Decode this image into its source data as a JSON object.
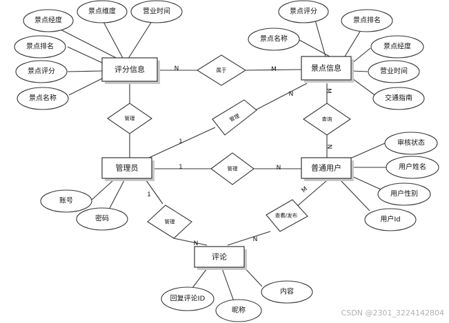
{
  "entities": {
    "rating": "评分信息",
    "spot": "景点信息",
    "admin": "管理员",
    "user": "普通用户",
    "comment": "评论"
  },
  "attributes": {
    "rating_longitude": "景点经度",
    "rating_latitude": "景点维度",
    "rating_hours": "营业时间",
    "rating_rank": "景点排名",
    "rating_score": "景点评分",
    "rating_name": "景点名称",
    "spot_score": "景点评分",
    "spot_rank": "景点排名",
    "spot_name": "景点名称",
    "spot_longitude": "景点经度",
    "spot_hours": "营业时间",
    "spot_traffic": "交通指南",
    "admin_account": "账号",
    "admin_password": "密码",
    "user_status": "审核状态",
    "user_name": "用户姓名",
    "user_gender": "用户性别",
    "user_id": "用户Id",
    "comment_reply_id": "回复评论ID",
    "comment_nickname": "昵称",
    "comment_content": "内容"
  },
  "relationships": {
    "belongs": "属于",
    "manage_rating": "管理",
    "manage_spot": "管理",
    "manage_user": "管理",
    "query": "查询",
    "manage_comment": "管理",
    "view_publish": "查看/发布"
  },
  "cardinalities": {
    "rating_belongs": "N",
    "spot_belongs": "M",
    "spot_manage": "N",
    "admin_manage_spot": "1",
    "admin_manage_user": "1",
    "user_manage": "N",
    "spot_query": "M",
    "user_query": "N",
    "admin_comment": "1",
    "user_comment": "M",
    "comment_admin": "N",
    "comment_user": "N"
  },
  "watermark": "CSDN @2301_3224142804"
}
